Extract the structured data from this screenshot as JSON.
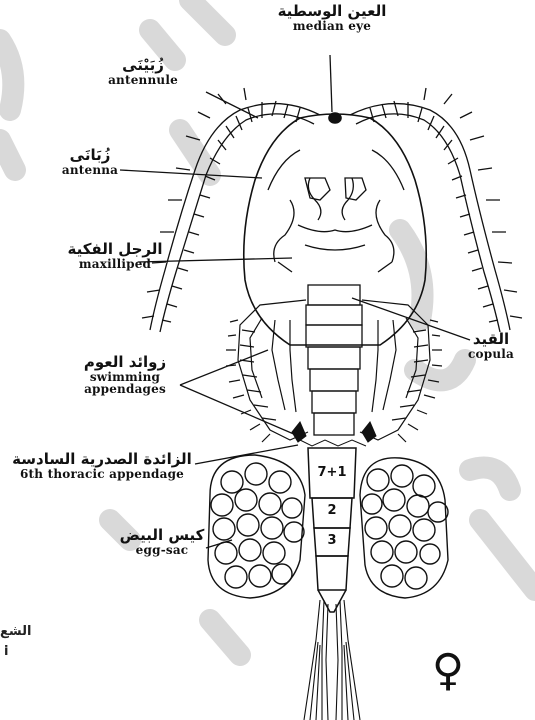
{
  "labels": {
    "median_eye": {
      "ar": "العين الوسطية",
      "en": "median eye"
    },
    "antennule": {
      "ar": "زُبَيْنَى",
      "en": "antennule"
    },
    "antenna": {
      "ar": "زُبَانَى",
      "en": "antenna"
    },
    "maxilliped": {
      "ar": "الرجل الفكية",
      "en": "maxilliped"
    },
    "copula": {
      "ar": "القيد",
      "en": "copula"
    },
    "swimming": {
      "ar": "زوائد العوم",
      "en1": "swimming",
      "en2": "appendages"
    },
    "sixth_thoracic": {
      "ar": "الزائدة الصدرية السادسة",
      "en": "6th thoracic appendage"
    },
    "egg_sac": {
      "ar": "كيس البيض",
      "en": "egg-sac"
    }
  },
  "segments": [
    "7+1",
    "2",
    "3"
  ],
  "female_symbol": "♀",
  "left_edge": {
    "line1": "الشع",
    "line2": "i"
  },
  "colors": {
    "ink": "#111111",
    "watermark": "#d6d6d6",
    "background": "#ffffff"
  }
}
